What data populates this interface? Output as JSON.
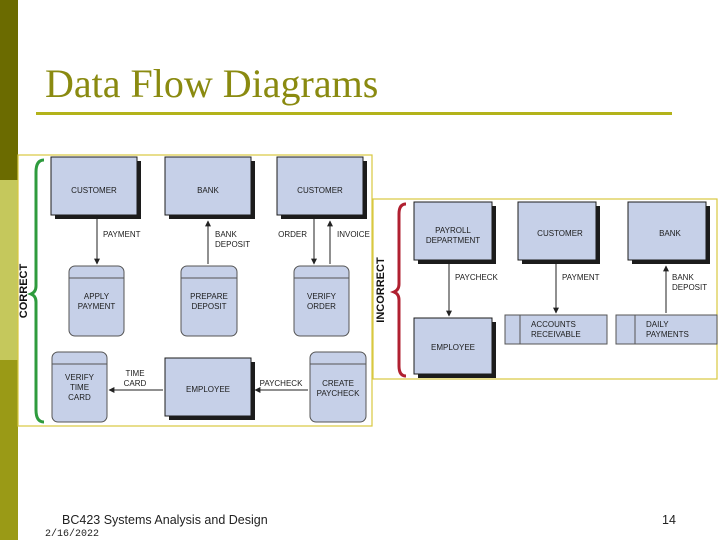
{
  "slide": {
    "title": "Data Flow Diagrams",
    "course": "BC423 Systems Analysis and Design",
    "date": "2/16/2022",
    "page_number": "14"
  },
  "colors": {
    "accent_olive": "#9a9a16",
    "box_fill": "#c6d0e8",
    "correct_bracket": "#2e9b3d",
    "incorrect_bracket": "#b02030"
  },
  "correct_diagram": {
    "side_label": "CORRECT",
    "entities": {
      "customer_1": "CUSTOMER",
      "bank": "BANK",
      "customer_2": "CUSTOMER",
      "employee": "EMPLOYEE"
    },
    "processes": {
      "apply_payment": [
        "APPLY",
        "PAYMENT"
      ],
      "prepare_deposit": [
        "PREPARE",
        "DEPOSIT"
      ],
      "verify_order": [
        "VERIFY",
        "ORDER"
      ],
      "verify_time_card": [
        "VERIFY",
        "TIME",
        "CARD"
      ],
      "create_paycheck": [
        "CREATE",
        "PAYCHECK"
      ]
    },
    "flows": {
      "payment": "PAYMENT",
      "bank_deposit": [
        "BANK",
        "DEPOSIT"
      ],
      "order": "ORDER",
      "invoice": "INVOICE",
      "time_card": [
        "TIME",
        "CARD"
      ],
      "paycheck": "PAYCHECK"
    }
  },
  "incorrect_diagram": {
    "side_label": "INCORRECT",
    "entities": {
      "payroll_department": [
        "PAYROLL",
        "DEPARTMENT"
      ],
      "customer": "CUSTOMER",
      "bank": "BANK",
      "employee": "EMPLOYEE"
    },
    "data_stores": {
      "accounts_receivable": [
        "ACCOUNTS",
        "RECEIVABLE"
      ],
      "daily_payments": [
        "DAILY",
        "PAYMENTS"
      ]
    },
    "flows": {
      "paycheck": "PAYCHECK",
      "payment": "PAYMENT",
      "bank_deposit": [
        "BANK",
        "DEPOSIT"
      ]
    }
  }
}
